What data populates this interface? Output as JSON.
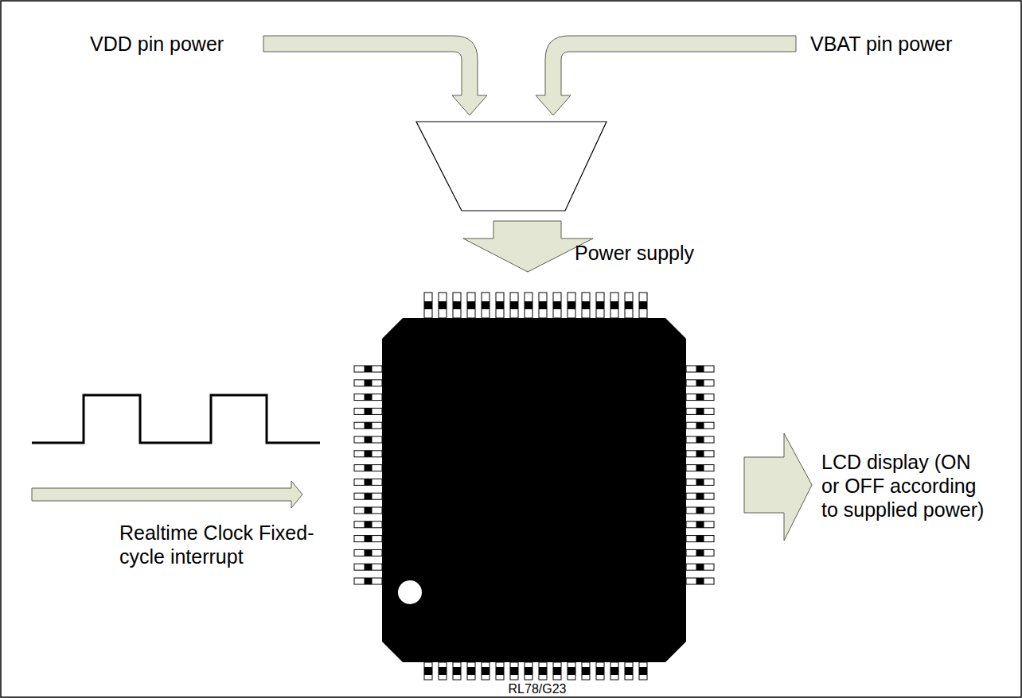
{
  "diagram": {
    "nodes": [
      {
        "text": [
          "RL78/G23"
        ]
      }
    ],
    "labels": [
      "VDD pin power",
      "VBAT pin power",
      "Power supply",
      "Realtime Clock Fixed-cycle interrupt",
      "LCD display (ON or OFF according to supplied power)"
    ]
  }
}
